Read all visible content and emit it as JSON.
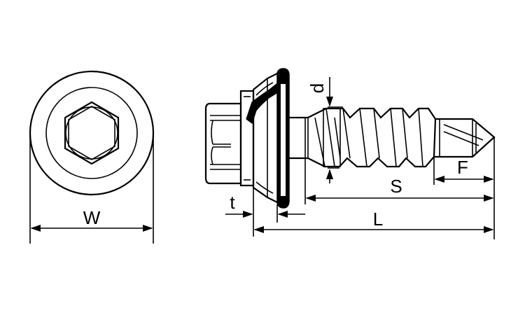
{
  "labels": {
    "width": "W",
    "washer_thickness": "t",
    "drill_diameter": "d",
    "thread_length": "S",
    "drill_point_length": "F",
    "total_length": "L"
  },
  "colors": {
    "line": "#000000",
    "background": "#ffffff",
    "washer_seal": "#000000"
  }
}
